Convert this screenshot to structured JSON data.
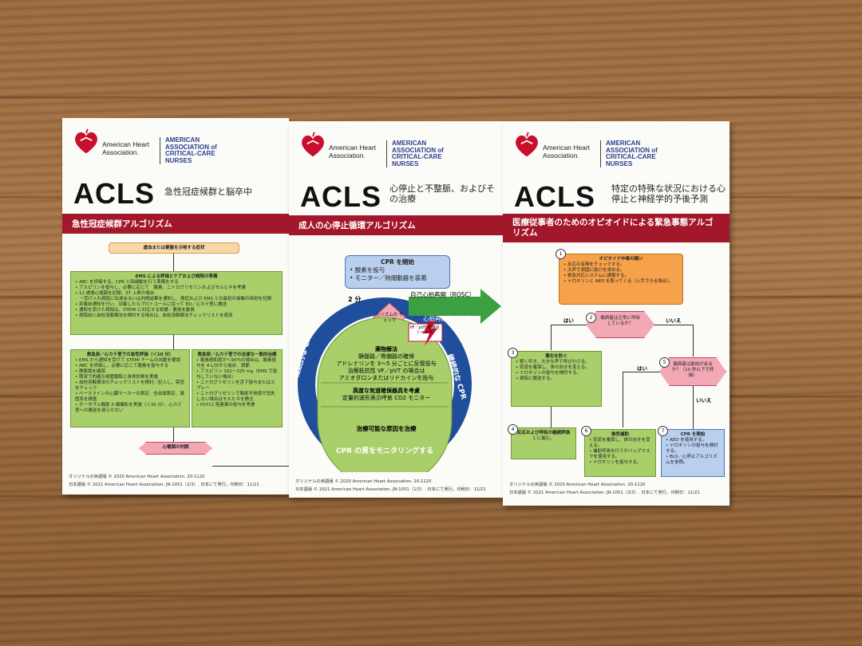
{
  "cards": [
    {
      "aha_name": "American Heart Association.",
      "aacn_name": "AMERICAN ASSOCIATION of CRITICAL-CARE NURSES",
      "acls": "ACLS",
      "subtitle": "急性冠症候群と脳卒中",
      "bar": "急性冠症候群アルゴリズム",
      "boxes": {
        "top": "虚血または梗塞を示唆する症状",
        "ems_title": "EMS による評価とケアおよび病院の準備",
        "ems_body": "• ABC を評価する。CPR と除細動を行う準備をする\n• アスピリンを投与し、必要に応じて　酸素、ニトログリセリンおよびモルヒネを考慮\n• 12 誘導心電図を記録、ST 上昇の場合\n　－受け入れ病院に伝達あるいは判読結果を通知し、発症および EMS との最初の接触の時刻を記録\n• 到着前通知を行い、到着したらプロトコールに従って ED／心カテ室に搬送\n• 通知を受けた病院は、STEMI に対応する設備・要員を動員\n• 病院前に血栓溶解療法を検討する場合は、血栓溶解療法チェックリストを使用",
        "left_title": "救急部／心カテ室での急性評価（＜10 分）",
        "left_body": "• EMS から通知を受けて STEMI チームの出動を要請\n• ABC を評価し、必要に応じて酸素を投与する\n• 静脈路を確保\n• 簡潔で的確な病歴聴取と身体診察を実施\n• 血栓溶解療法のチェックリストを検討／記入し、禁忌をチェック\n• ベースラインの心臓マーカーの測定、全血球算定、凝固系を検査\n• ポータブル胸部 X 線撮影を実施（＜30 分）、心カテ室への搬送を遅らせない",
        "right_title": "救急部／心カテ室での迅速な一般的治療",
        "right_body": "• 酸素飽和度が＜90％の場合は、酸素投与を 4 L/分から始め、調節\n• アスピリン 162～325 mg（EMS で投与していない場合）\n• ニトログリセリンを舌下投与またはスプレー\n• ニトログリセリンで胸部不快感が消失しない場合はモルヒネを静注\n• P2Y12 阻害薬の投与を考慮",
        "bottom": "心電図の判読"
      },
      "foot1": "オリジナルの英語版 © 2020 American Heart Association. 20-1120",
      "foot2": "日本語版 © 2021 American Heart Association. JN-1051（2/3）. 日本にて発行。印刷日：11/21"
    },
    {
      "aha_name": "American Heart Association.",
      "aacn_name": "AMERICAN ASSOCIATION of CRITICAL-CARE NURSES",
      "acls": "ACLS",
      "subtitle": "心停止と不整脈、およびその治療",
      "bar": "成人の心停止循環アルゴリズム",
      "start_title": "CPR を開始",
      "start_body": "• 酸素を投与\n• モニター／除細動器を装着",
      "two_min": "2 分",
      "rosc": "自己心拍再開（ROSC）",
      "rosc_arrow": "心拍再開後の治療",
      "rhythm": "心リズムの チェック",
      "shock": "VF／pVT の場合 ショック",
      "drug_title": "薬物療法",
      "drug_body": "静脈路／骨髄路の確保\nアドレナリンを 3～5 分ごとに反復投与\n治療抵抗性 VF／pVT の場合は\nアミオダロンまたはリドカインを投与",
      "airway_title": "高度な気道確保器具を考慮",
      "airway_body": "定量的波形表示呼気 CO2 モニター",
      "cause": "治療可能な原因を治療",
      "left_ring": "継続的な CPR",
      "right_ring": "継続的な CPR",
      "bottom_ring": "CPR の質をモニタリングする",
      "foot1": "オリジナルの英語版 © 2020 American Heart Association. 20-1120",
      "foot2": "日本語版 © 2021 American Heart Association. JN-1051（1/3）. 日本にて発行。印刷日：11/21"
    },
    {
      "aha_name": "American Heart Association.",
      "aacn_name": "AMERICAN ASSOCIATION of CRITICAL-CARE NURSES",
      "acls": "ACLS",
      "subtitle": "特定の特殊な状況における心停止と神経学的予後予測",
      "bar": "医療従事者のためのオピオイドによる緊急事態アルゴリズム",
      "steps": {
        "s1_title": "オピオイド中毒の疑い",
        "s1_body": "• 反応の有無をチェックする。\n• 大声で周囲に助けを求める。\n• 救急対応システムに通報する。\n• ナロキソンと AED を取ってくる（入手できる場合）。",
        "s2": "傷病者は正常に呼吸しているか？",
        "s3_title": "悪化を防ぐ",
        "s3_body": "• 軽く叩き、大きな声で呼びかける。\n• 気道を確保し、体の向きを変える。\n• ナロキソンの投与を検討する。\n• 病院に搬送する。",
        "s4_title": "反応および呼吸の継続評価",
        "s4_body": "1 に進む。",
        "s5": "傷病者は脈拍があるか？（10 秒以下で評価）",
        "s6_title": "換気補助",
        "s6_body": "• 気道を確保し、体の向きを変える。\n• 補助呼吸を行うかバッグマスクを使用する。\n• ナロキソンを投与する。",
        "s7_title": "CPR を開始",
        "s7_body": "• AED を使用する。\n• ナロキソンの投与を検討する。\n• BLS／心停止アルゴリズムを参照。",
        "yes": "はい",
        "no": "いいえ",
        "n1": "1",
        "n2": "2",
        "n3": "3",
        "n4": "4",
        "n5": "5",
        "n6": "6",
        "n7": "7"
      },
      "foot1": "オリジナルの英語版 © 2020 American Heart Association. 20-1120",
      "foot2": "日本語版 © 2021 American Heart Association. JN-1051（3/3）. 日本にて発行。印刷日：11/21"
    }
  ]
}
